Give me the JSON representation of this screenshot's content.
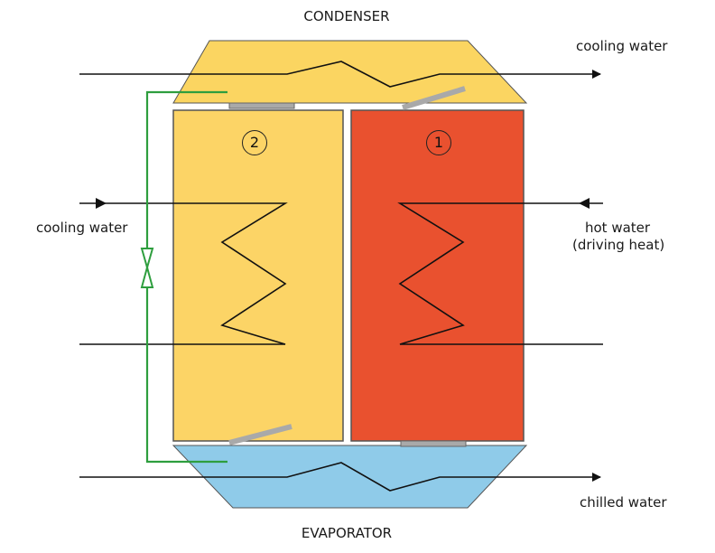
{
  "labels": {
    "condenser": "CONDENSER",
    "evaporator": "EVAPORATOR",
    "cooling_water_top": "cooling water",
    "cooling_water_left": "cooling water",
    "hot_water": "hot water",
    "driving_heat": "(driving heat)",
    "chilled_water": "chilled water"
  },
  "chambers": {
    "left_number": "2",
    "right_number": "1"
  },
  "colors": {
    "condenser": "#fbd561",
    "adsorber_cooling": "#fcd466",
    "adsorber_heating": "#e9512f",
    "evaporator": "#8fcbe9",
    "refrigerant_line": "#2e9e3e",
    "valve_flap": "#a9a9a9",
    "pipe": "#111111"
  }
}
